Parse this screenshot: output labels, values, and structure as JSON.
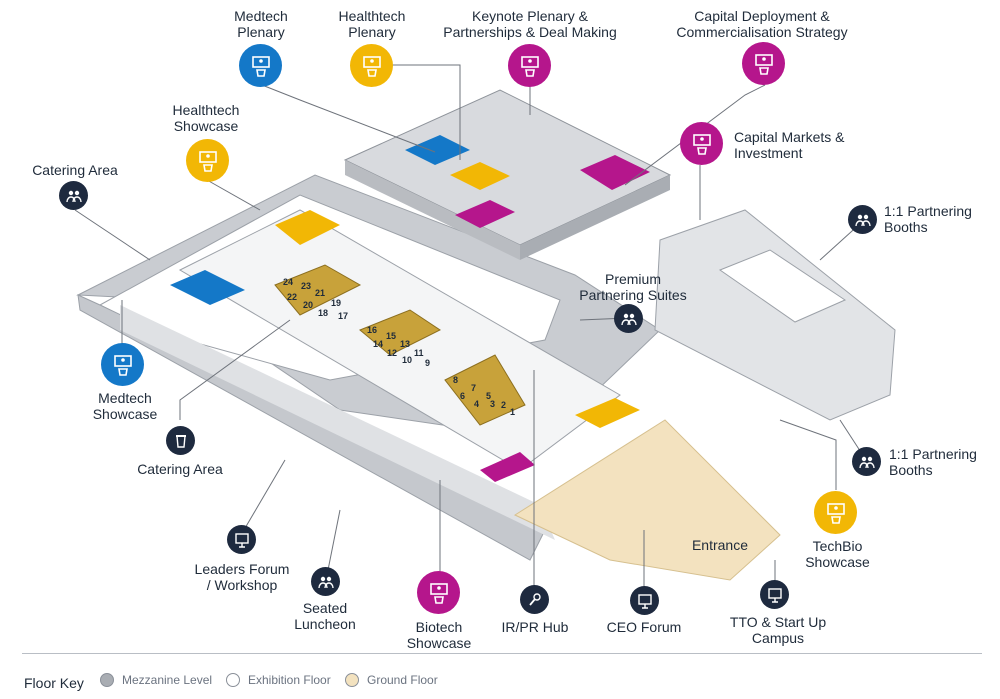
{
  "labels": {
    "medtech_plenary": "Medtech\nPlenary",
    "healthtech_plenary": "Healthtech\nPlenary",
    "keynote_plenary": "Keynote Plenary &\nPartnerships & Deal Making",
    "capital_deployment": "Capital Deployment &\nCommercialisation Strategy",
    "healthtech_showcase": "Healthtech\nShowcase",
    "capital_markets": "Capital Markets &\nInvestment",
    "catering_area_top": "Catering Area",
    "partnering_booths_top": "1:1 Partnering\nBooths",
    "premium_suites": "Premium\nPartnering Suites",
    "medtech_showcase": "Medtech\nShowcase",
    "catering_area_bottom": "Catering Area",
    "partnering_booths_bottom": "1:1 Partnering\nBooths",
    "techbio_showcase": "TechBio\nShowcase",
    "leaders_forum": "Leaders Forum\n/ Workshop",
    "seated_luncheon": "Seated\nLuncheon",
    "biotech_showcase": "Biotech\nShowcase",
    "ir_pr_hub": "IR/PR Hub",
    "ceo_forum": "CEO Forum",
    "tto_campus": "TTO & Start Up\nCampus",
    "entrance": "Entrance"
  },
  "booths": [
    "24",
    "23",
    "22",
    "21",
    "20",
    "19",
    "18",
    "17",
    "16",
    "15",
    "14",
    "13",
    "12",
    "11",
    "10",
    "9",
    "8",
    "7",
    "6",
    "5",
    "4",
    "3",
    "2",
    "1"
  ],
  "floor_key": {
    "title": "Floor Key",
    "items": [
      {
        "label": "Mezzanine Level",
        "color": "#a9adb3"
      },
      {
        "label": "Exhibition Floor",
        "color": "#ffffff"
      },
      {
        "label": "Ground Floor",
        "color": "#f3e2bf"
      }
    ]
  },
  "colors": {
    "medtech": "#1478c8",
    "healthtech": "#f2b705",
    "keynote": "#b5168c",
    "navy": "#1e2a3f",
    "booth": "#c8a23a"
  },
  "icons": {
    "plenary": "podium-icon",
    "catering": "coffee-cup-icon",
    "group": "people-icon",
    "mic": "microphone-icon",
    "presentation": "presentation-board-icon"
  }
}
